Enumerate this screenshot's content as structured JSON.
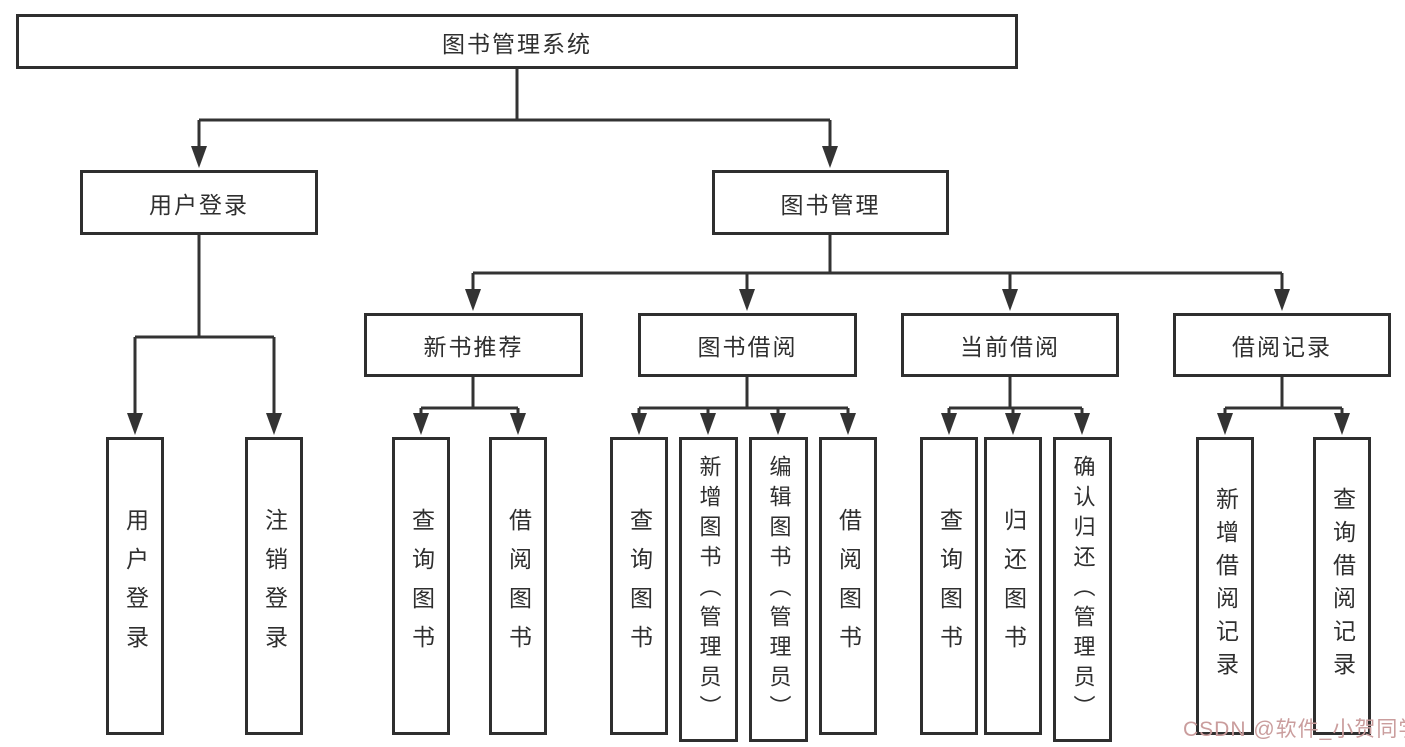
{
  "tree": {
    "root": {
      "label": "图书管理系统"
    },
    "login": {
      "label": "用户登录",
      "children": [
        {
          "label": "用户登录"
        },
        {
          "label": "注销登录"
        }
      ]
    },
    "management": {
      "label": "图书管理",
      "sections": [
        {
          "label": "新书推荐",
          "children": [
            {
              "label": "查询图书"
            },
            {
              "label": "借阅图书"
            }
          ]
        },
        {
          "label": "图书借阅",
          "children": [
            {
              "label": "查询图书"
            },
            {
              "label": "新增图书（管理员）"
            },
            {
              "label": "编辑图书（管理员）"
            },
            {
              "label": "借阅图书"
            }
          ]
        },
        {
          "label": "当前借阅",
          "children": [
            {
              "label": "查询图书"
            },
            {
              "label": "归还图书"
            },
            {
              "label": "确认归还（管理员）"
            }
          ]
        },
        {
          "label": "借阅记录",
          "children": [
            {
              "label": "新增借阅记录"
            },
            {
              "label": "查询借阅记录"
            }
          ]
        }
      ]
    }
  },
  "watermark": {
    "text": "CSDN @软件_小贺同学"
  },
  "colors": {
    "box_border": "#2f2f2f",
    "connector_line": "#333333",
    "text": "#2f2f2f",
    "watermark": "#ca9d9d",
    "background": "#ffffff"
  }
}
